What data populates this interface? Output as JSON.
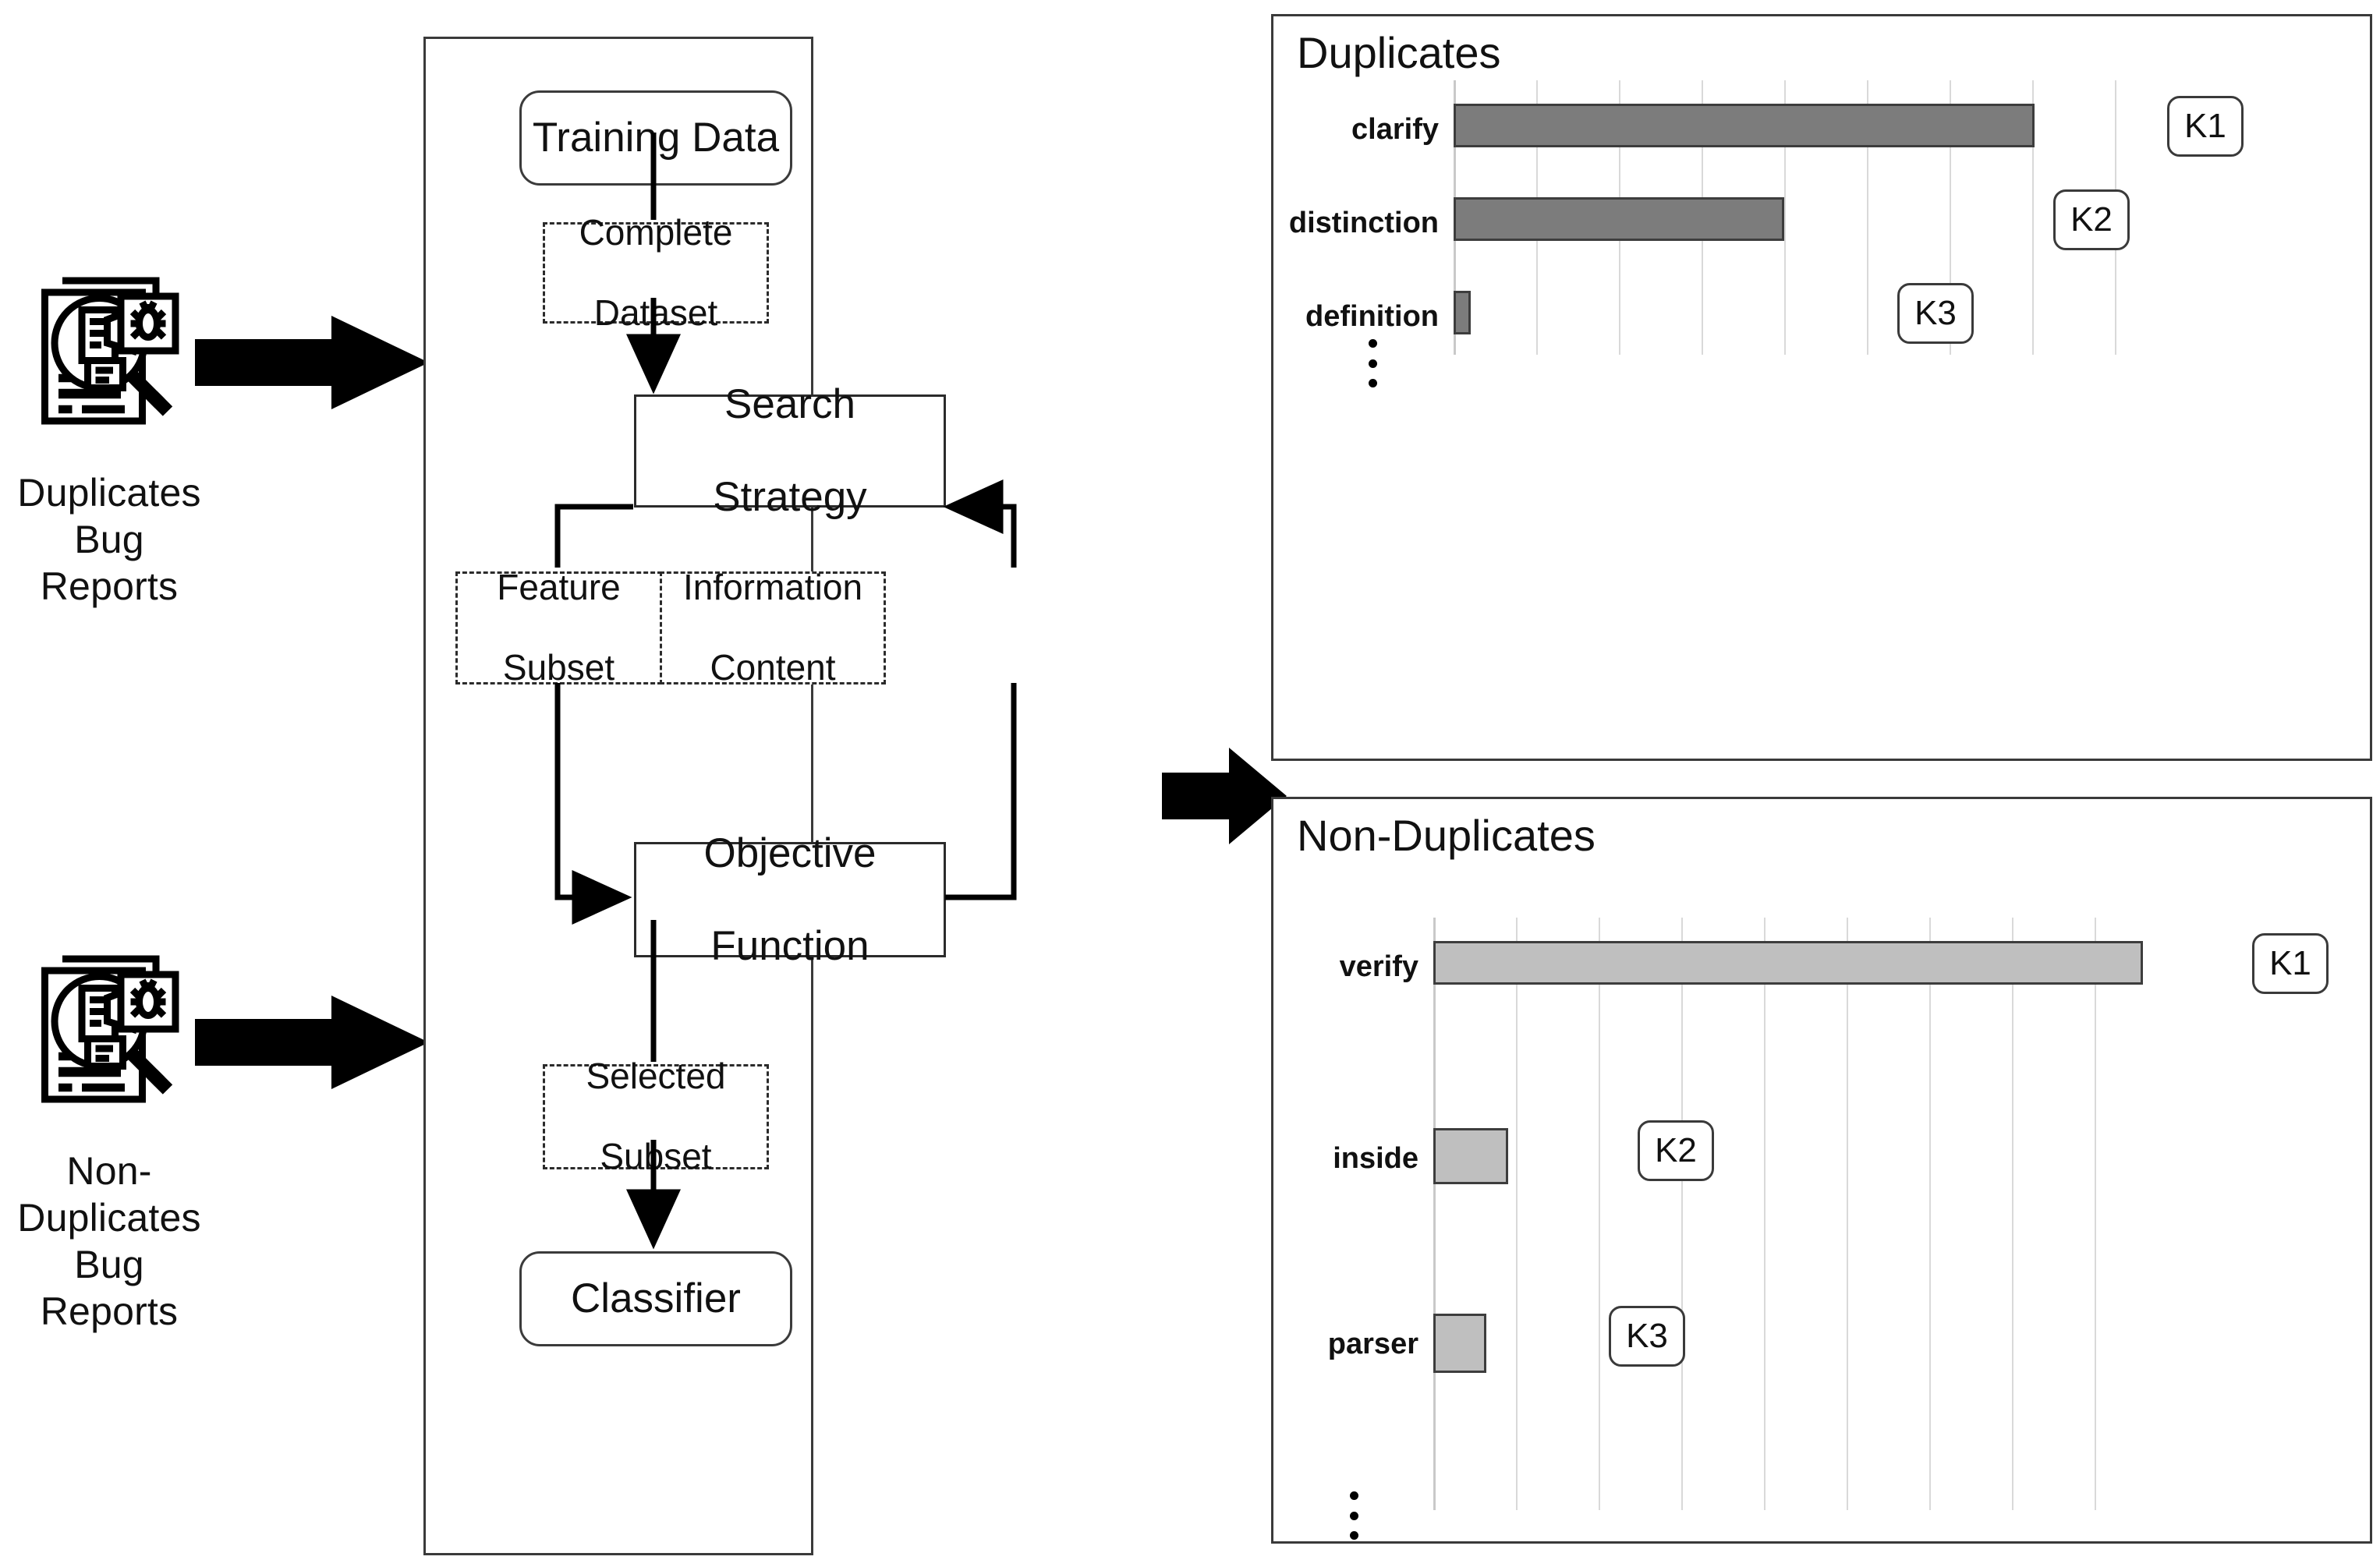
{
  "sources": [
    {
      "id": "duplicates",
      "icon": "bug-report-icon",
      "caption_line1": "Duplicates",
      "caption_line2": "Bug Reports"
    },
    {
      "id": "non-duplicates",
      "icon": "bug-report-icon",
      "caption_line1": "Non-Duplicates",
      "caption_line2": "Bug Reports"
    }
  ],
  "flow": {
    "nodes": [
      {
        "id": "training-data",
        "label": "Training Data",
        "shape": "rounded"
      },
      {
        "id": "complete-dataset",
        "label": "Complete\nDataset",
        "line1": "Complete",
        "line2": "Dataset",
        "shape": "dashed"
      },
      {
        "id": "search-strategy",
        "label": "Search\nStrategy",
        "line1": "Search",
        "line2": "Strategy",
        "shape": "solid"
      },
      {
        "id": "feature-subset",
        "label": "Feature\nSubset",
        "line1": "Feature",
        "line2": "Subset",
        "shape": "dashed"
      },
      {
        "id": "information-content",
        "label": "Information\nContent",
        "line1": "Information",
        "line2": "Content",
        "shape": "dashed"
      },
      {
        "id": "objective-function",
        "label": "Objective\nFunction",
        "line1": "Objective",
        "line2": "Function",
        "shape": "solid"
      },
      {
        "id": "selected-subset",
        "label": "Selected\nSubset",
        "line1": "Selected",
        "line2": "Subset",
        "shape": "dashed"
      },
      {
        "id": "classifier",
        "label": "Classifier",
        "shape": "rounded"
      }
    ]
  },
  "colors": {
    "bar_duplicates": "#7c7c7c",
    "bar_non_duplicates": "#bfbfbf",
    "bar_border": "#3d3d3d",
    "panel_border": "#3a3a3a",
    "gridline": "#d9d9d9"
  },
  "chart_data": [
    {
      "id": "duplicates-chart",
      "type": "bar",
      "orientation": "horizontal",
      "title": "Duplicates",
      "categories": [
        "clarify",
        "distinction",
        "definition"
      ],
      "values": [
        7.0,
        4.0,
        0.2
      ],
      "labels": [
        "K1",
        "K2",
        "K3"
      ],
      "xlabel": "",
      "ylabel": "",
      "xlim": [
        0,
        9
      ],
      "grid": true,
      "gridlines": 9,
      "truncated_indicator": "vertical-ellipsis",
      "legend": "none",
      "bar_color": "#7c7c7c"
    },
    {
      "id": "non-duplicates-chart",
      "type": "bar",
      "orientation": "horizontal",
      "title": "Non-Duplicates",
      "categories": [
        "verify",
        "inside",
        "parser"
      ],
      "values": [
        8.1,
        0.85,
        0.6
      ],
      "labels": [
        "K1",
        "K2",
        "K3"
      ],
      "xlabel": "",
      "ylabel": "",
      "xlim": [
        0,
        9
      ],
      "grid": true,
      "gridlines": 9,
      "truncated_indicator": "vertical-ellipsis",
      "legend": "none",
      "bar_color": "#bfbfbf"
    }
  ]
}
